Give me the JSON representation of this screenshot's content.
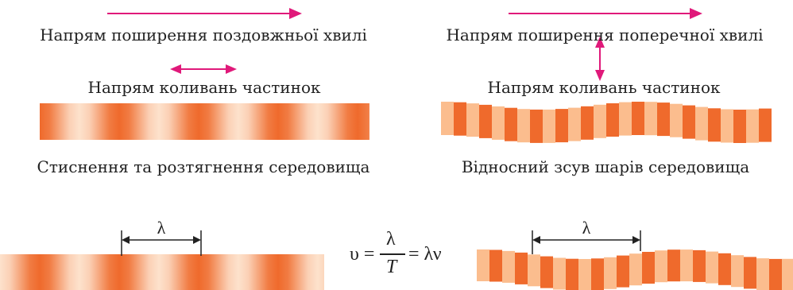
{
  "labels": {
    "longitudinal_direction": "Напрям поширення поздовжньої хвилі",
    "transverse_direction": "Напрям поширення поперечної хвилі",
    "particle_oscillation_left": "Напрям коливань частинок",
    "particle_oscillation_right": "Напрям коливань частинок",
    "compression": "Стиснення та розтягнення середовища",
    "shear": "Відносний зсув шарів середовища"
  },
  "wavelength_symbol": "λ",
  "formula": {
    "lhs": "υ =",
    "numerator": "λ",
    "denominator": "T",
    "rhs": "= λν"
  },
  "colors": {
    "arrow": "#e0197a",
    "wave_dark": "#ef6a2c",
    "wave_light": "#fbbd8e",
    "wave_pale": "#fde2cc"
  }
}
